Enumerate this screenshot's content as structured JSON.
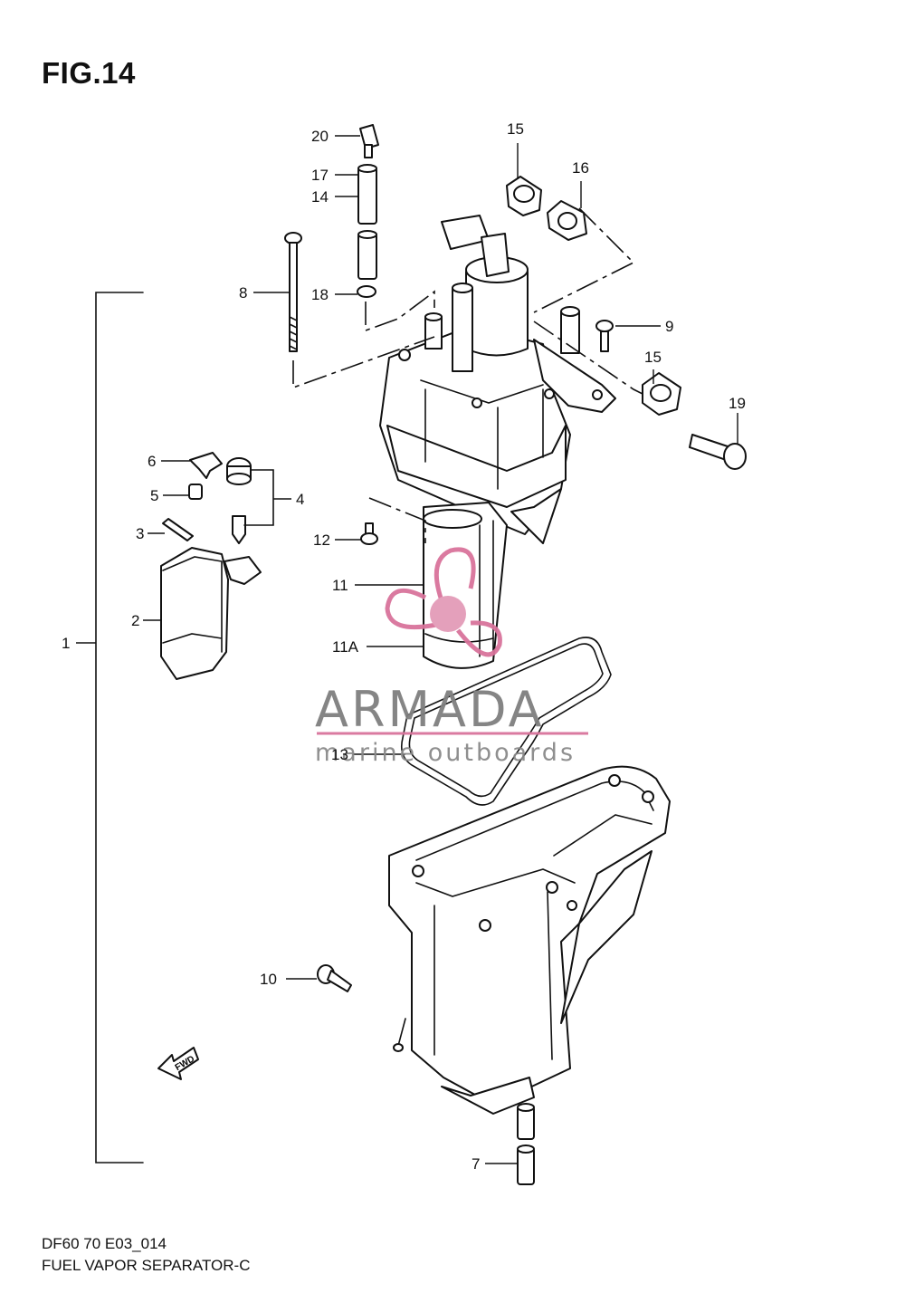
{
  "figure": {
    "title": "FIG.14"
  },
  "callouts": {
    "c1": "1",
    "c2": "2",
    "c3": "3",
    "c4": "4",
    "c5": "5",
    "c6": "6",
    "c7": "7",
    "c8": "8",
    "c9": "9",
    "c10": "10",
    "c11": "11",
    "c11a": "11A",
    "c12": "12",
    "c13": "13",
    "c14": "14",
    "c15a": "15",
    "c15b": "15",
    "c16": "16",
    "c17": "17",
    "c18": "18",
    "c19": "19",
    "c20": "20"
  },
  "arrow": {
    "label": "FWD"
  },
  "watermark": {
    "brand": "ARMADA",
    "tagline": "marine outboards",
    "accent_color": "#d9739b"
  },
  "footer": {
    "model_code": "DF60 70 E03_014",
    "caption": "FUEL VAPOR SEPARATOR-C"
  }
}
